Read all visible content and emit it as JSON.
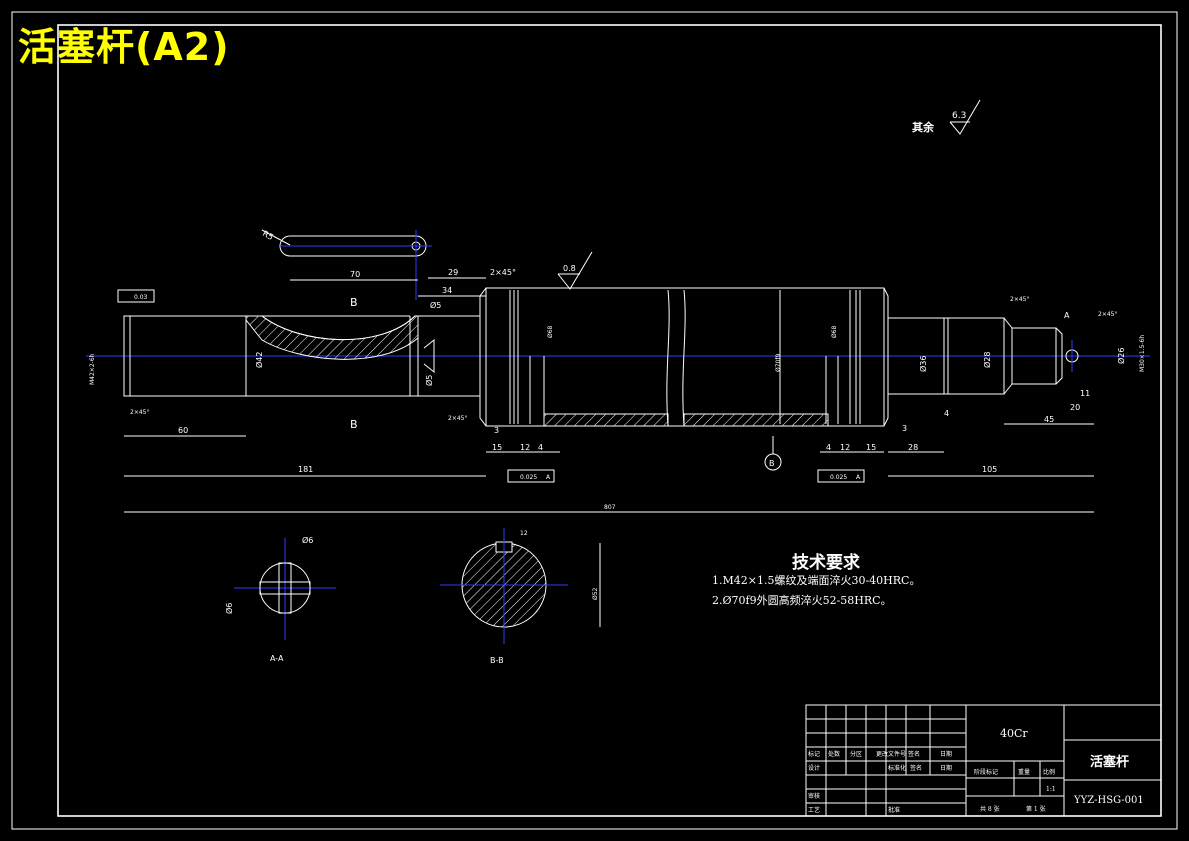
{
  "drawing_title": "活塞杆(A2)",
  "surface_note": {
    "label": "其余",
    "roughness": "6.3"
  },
  "roughness_main": "0.8",
  "tech_requirements": {
    "heading": "技术要求",
    "items": [
      "1.M42×1.5螺纹及端面淬火30-40HRC。",
      "2.Ø70f9外圆高频淬火52-58HRC。"
    ]
  },
  "dims": {
    "d_r5": "R5",
    "d_70": "70",
    "d_29": "29",
    "d_34": "34",
    "d_5a": "Ø5",
    "d_5b": "Ø5",
    "d_2x45_a": "2×45°",
    "d_2x45_b": "2×45°",
    "d_2x45_c": "2×45°",
    "d_2x45_d": "2×45°",
    "d_2x45_e": "2×45°",
    "d_m42": "M42×2-6h",
    "d_42": "Ø42",
    "d_60": "60",
    "d_181": "181",
    "d_807": "807",
    "d_3a": "3",
    "d_15a": "15",
    "d_12a": "12",
    "d_4a": "4",
    "d_4b": "4",
    "d_12b": "12",
    "d_15b": "15",
    "d_3b": "3",
    "d_28": "28",
    "d_105": "105",
    "d_45": "45",
    "d_20": "20",
    "d_11": "11",
    "d_4c": "4",
    "d_70f9": "Ø70f9",
    "d_36": "Ø36",
    "d_28dia": "Ø28",
    "d_26": "Ø26",
    "d_m30": "M30×1.5-6h",
    "d_68": "Ø68",
    "d_68b": "Ø68",
    "tol_flat": "0.03",
    "tol_perp_a": "0.025",
    "tol_perp_b": "0.025",
    "datum_a": "A",
    "datum_a2": "A",
    "datum_a3": "A",
    "datum_b": "B",
    "sec_b1": "B",
    "sec_b2": "B"
  },
  "sections": {
    "aa": {
      "label": "A-A",
      "d1": "Ø6",
      "d2": "Ø6"
    },
    "bb": {
      "label": "B-B",
      "d1": "12",
      "d2": "Ø52"
    }
  },
  "title_block": {
    "material": "40Cr",
    "part_name": "活塞杆",
    "drawing_no": "YYZ-HSG-001",
    "scale": "1:1",
    "sheets_total": "共 8 张",
    "sheet_no": "第 1 张",
    "labels": {
      "mark": "标记",
      "count": "处数",
      "zone": "分区",
      "doc": "更改文件号",
      "sign": "签名",
      "date": "日期",
      "design": "设计",
      "std": "标准化",
      "sign2": "签名",
      "date2": "日期",
      "stage": "阶段标记",
      "weight": "重量",
      "ratio": "比例",
      "review": "审核",
      "process": "工艺",
      "approve": "批准"
    }
  }
}
